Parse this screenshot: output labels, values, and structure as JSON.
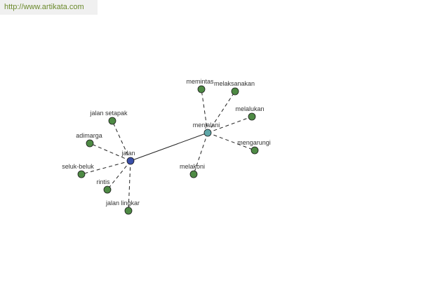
{
  "source_url": "http://www.artikata.com",
  "colors": {
    "hub_jalan": "#3a4fa8",
    "hub_menjalani": "#5fa7a8",
    "leaf": "#4e8a44"
  },
  "hubs": [
    {
      "id": "jalan",
      "label": "jalan"
    },
    {
      "id": "menjalani",
      "label": "menjalani"
    }
  ],
  "leaves": [
    {
      "id": "jalan-setapak",
      "label": "jalan setapak",
      "hub": "jalan"
    },
    {
      "id": "adimarga",
      "label": "adimarga",
      "hub": "jalan"
    },
    {
      "id": "seluk-beluk",
      "label": "seluk-beluk",
      "hub": "jalan"
    },
    {
      "id": "rintis",
      "label": "rintis",
      "hub": "jalan"
    },
    {
      "id": "jalan-lingkar",
      "label": "jalan lingkar",
      "hub": "jalan"
    },
    {
      "id": "memintas",
      "label": "memintas",
      "hub": "menjalani"
    },
    {
      "id": "melaksanakan",
      "label": "melaksanakan",
      "hub": "menjalani"
    },
    {
      "id": "melalukan",
      "label": "melalukan",
      "hub": "menjalani"
    },
    {
      "id": "mengarungi",
      "label": "mengarungi",
      "hub": "menjalani"
    },
    {
      "id": "melakoni",
      "label": "melakoni",
      "hub": "menjalani"
    }
  ]
}
